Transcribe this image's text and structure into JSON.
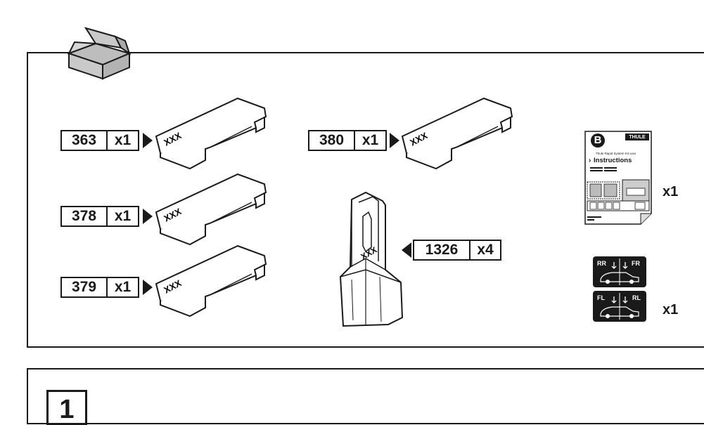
{
  "parts": [
    {
      "number": "363",
      "qty": "x1",
      "mark": "XXX"
    },
    {
      "number": "378",
      "qty": "x1",
      "mark": "XXX"
    },
    {
      "number": "379",
      "qty": "x1",
      "mark": "XXX"
    },
    {
      "number": "380",
      "qty": "x1",
      "mark": "XXX"
    }
  ],
  "bracket": {
    "number": "1326",
    "qty": "x4",
    "mark": "XXX"
  },
  "manual": {
    "badge": "B",
    "brand": "THULE",
    "subtitle": "Thule Rapid System Kit xxxx",
    "title": "Instructions",
    "qty": "x1"
  },
  "stickers": {
    "labels": [
      "RR",
      "FR",
      "FL",
      "RL"
    ],
    "qty": "x1"
  },
  "step": {
    "number": "1"
  }
}
